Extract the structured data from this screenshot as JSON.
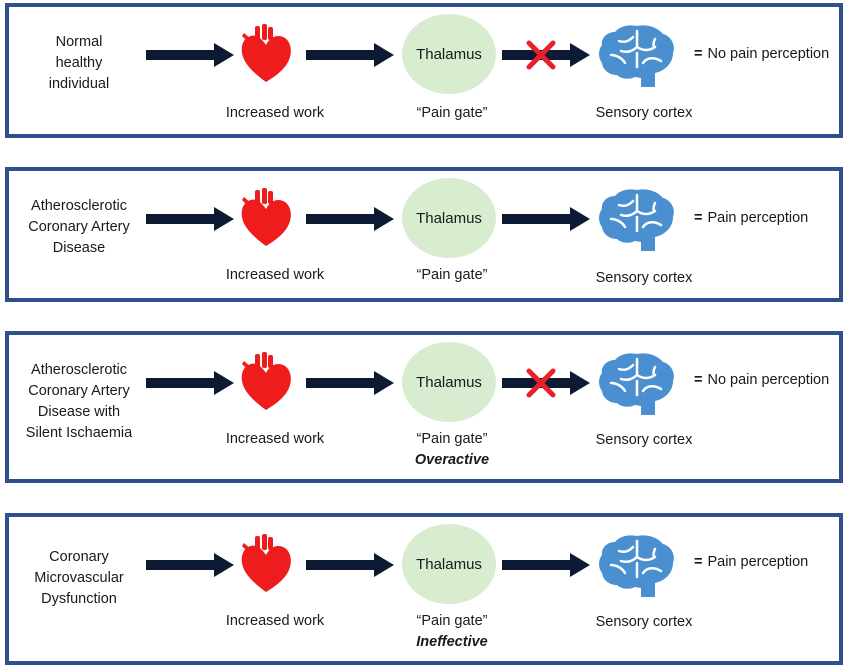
{
  "labels": {
    "heart_caption": "Increased work",
    "gate_caption": "“Pain gate”",
    "cortex_caption": "Sensory cortex",
    "thalamus": "Thalamus",
    "equals": "="
  },
  "rows": [
    {
      "condition": [
        "Normal",
        "healthy",
        "individual"
      ],
      "result": "No pain perception",
      "gate_modifier": "",
      "blocked": true
    },
    {
      "condition": [
        "Atherosclerotic",
        "Coronary Artery",
        "Disease"
      ],
      "result": "Pain perception",
      "gate_modifier": "",
      "blocked": false
    },
    {
      "condition": [
        "Atherosclerotic",
        "Coronary Artery",
        "Disease with",
        "Silent Ischaemia"
      ],
      "result": "No pain perception",
      "gate_modifier": "Overactive",
      "blocked": true
    },
    {
      "condition": [
        "Coronary",
        "Microvascular",
        "Dysfunction"
      ],
      "result": "Pain perception",
      "gate_modifier": "Ineffective",
      "blocked": false
    }
  ],
  "colors": {
    "panel_border": "#2f4f8f",
    "arrow": "#0d1a33",
    "heart": "#ee1c1c",
    "thalamus": "#d8ecd0",
    "brain": "#4a90d0",
    "block_x": "#e8202a"
  },
  "icons": {
    "heart": "heart-icon",
    "brain": "brain-icon",
    "arrow": "arrow-right-icon",
    "block": "blocked-x-icon"
  }
}
